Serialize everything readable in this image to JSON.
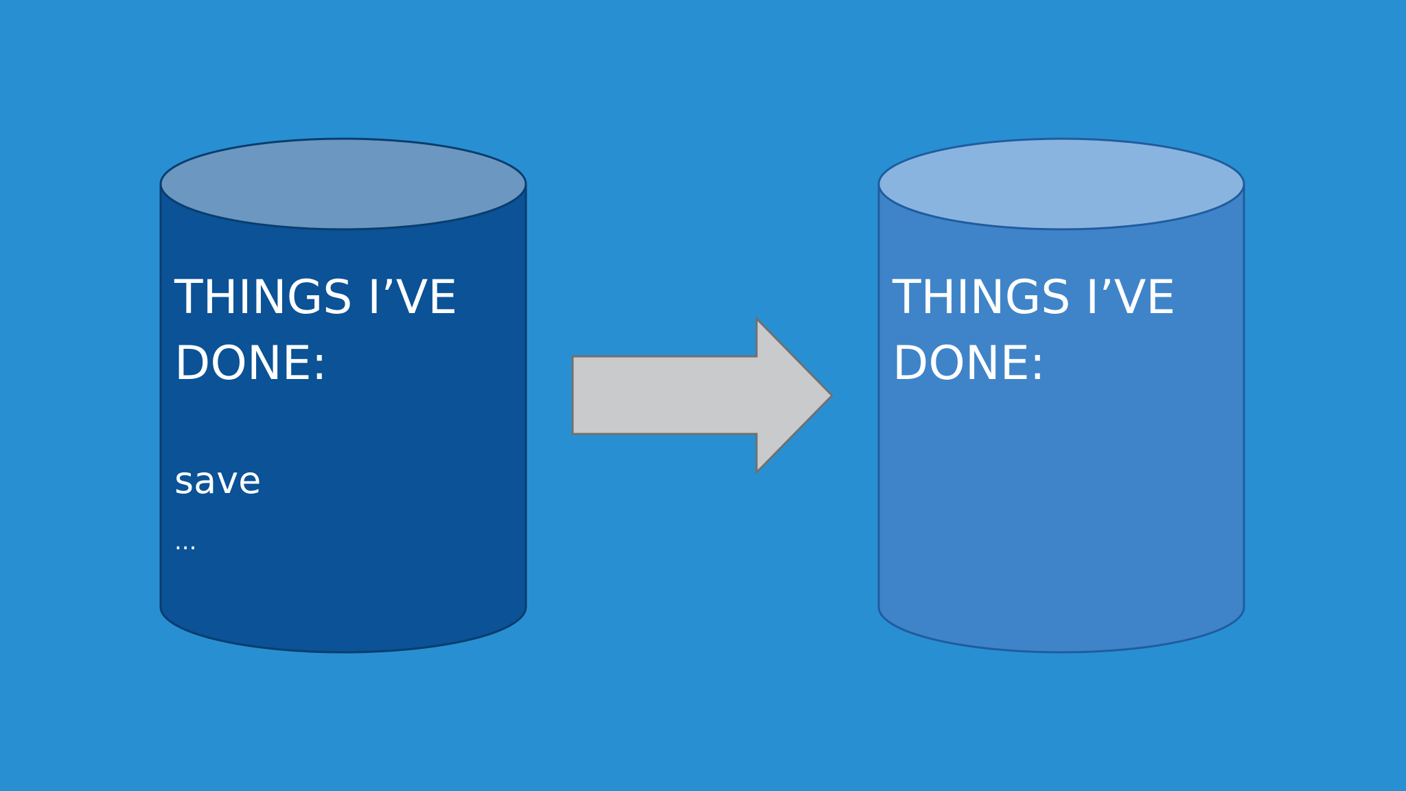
{
  "colors": {
    "background": "#2890d2",
    "source_db_body": "#0b5296",
    "source_db_top": "#6b97c1",
    "source_db_stroke": "#083d6e",
    "target_db_body": "#3f84c8",
    "target_db_top": "#8ab4e0",
    "target_db_stroke": "#1f5c9e",
    "arrow_fill": "#c9cacc",
    "arrow_stroke": "#707070"
  },
  "source_db": {
    "heading_line1": "THINGS I’VE",
    "heading_line2": "DONE:",
    "entries": [
      "save",
      "..."
    ]
  },
  "target_db": {
    "heading_line1": "THINGS I’VE",
    "heading_line2": "DONE:"
  },
  "arrow": {
    "icon": "right-arrow-icon",
    "direction": "right"
  }
}
